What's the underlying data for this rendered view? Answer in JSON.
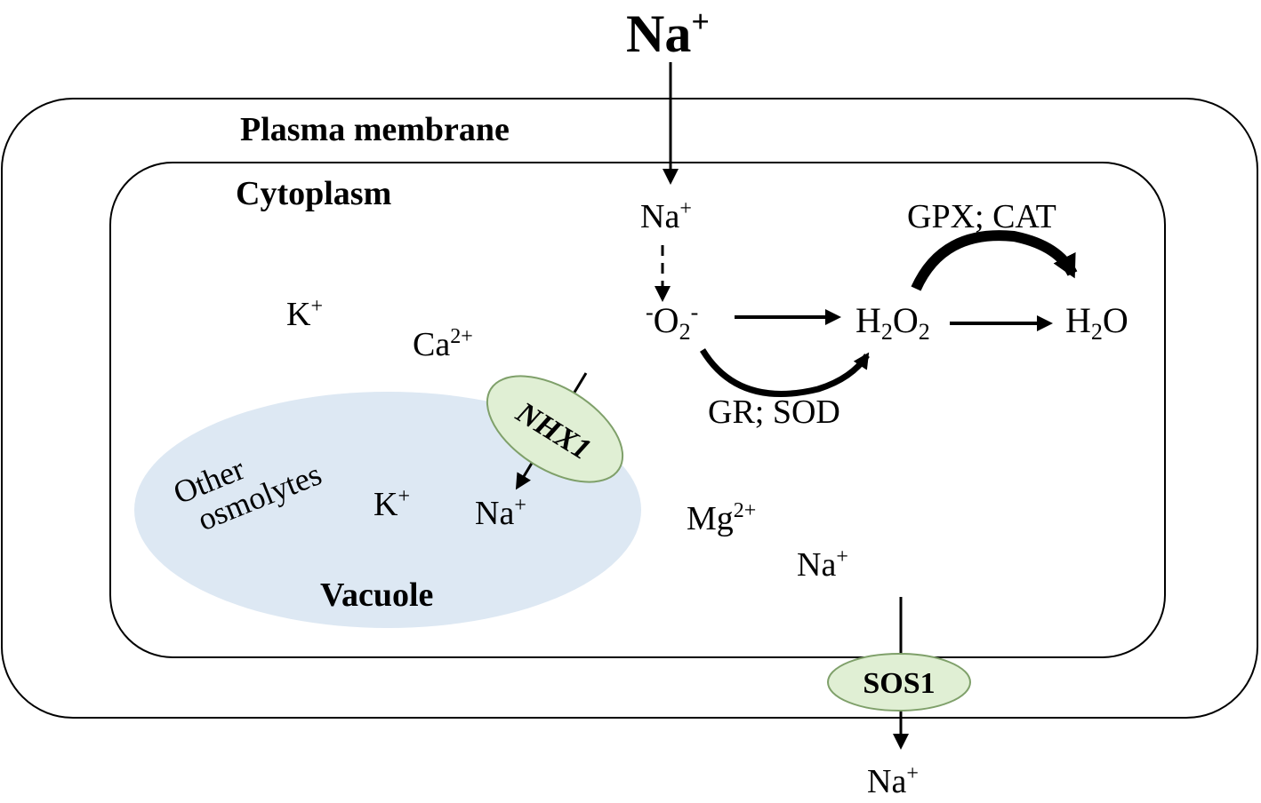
{
  "labels": {
    "na_outside_top": {
      "base": "Na",
      "sup": "+"
    },
    "plasma_membrane": "Plasma membrane",
    "cytoplasm": "Cytoplasm",
    "na_cytoplasm_top": {
      "base": "Na",
      "sup": "+"
    },
    "k_cytoplasm": {
      "base": "K",
      "sup": "+"
    },
    "ca_cytoplasm": {
      "base": "Ca",
      "sup": "2+"
    },
    "superoxide": {
      "pre": "-",
      "base": "O",
      "sub": "2",
      "post": "-"
    },
    "h2o2": {
      "a": "H",
      "a_sub": "2",
      "b": "O",
      "b_sub": "2"
    },
    "h2o": {
      "a": "H",
      "a_sub": "2",
      "b": "O"
    },
    "gpx_cat": "GPX; CAT",
    "gr_sod": "GR; SOD",
    "nhx1": "NHX1",
    "other_osmolytes_line1": "Other",
    "other_osmolytes_line2": "osmolytes",
    "k_vacuole": {
      "base": "K",
      "sup": "+"
    },
    "na_vacuole": {
      "base": "Na",
      "sup": "+"
    },
    "vacuole": "Vacuole",
    "mg_cytoplasm": {
      "base": "Mg",
      "sup": "2+"
    },
    "na_cytoplasm_bottom": {
      "base": "Na",
      "sup": "+"
    },
    "sos1": "SOS1",
    "na_outside_bottom": {
      "base": "Na",
      "sup": "+"
    }
  },
  "colors": {
    "vacuole_fill": "#dde8f3",
    "transporter_fill": "#e0efd4",
    "transporter_stroke": "#7fa06a",
    "line": "#000000"
  }
}
